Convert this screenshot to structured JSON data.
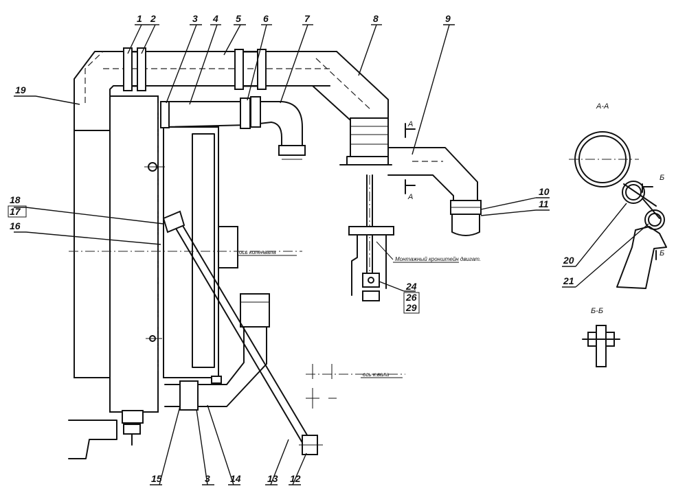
{
  "callouts": [
    "1",
    "2",
    "3",
    "4",
    "5",
    "6",
    "7",
    "8",
    "9",
    "10",
    "11",
    "12",
    "13",
    "14",
    "15",
    "16",
    "17",
    "18",
    "19",
    "20",
    "21",
    "24",
    "26",
    "29"
  ],
  "section_labels": {
    "a_a": "А-А",
    "b_b": "Б-Б",
    "cut_a": "А",
    "cut_b": "Б"
  },
  "notes": {
    "axis_crankshaft": "ось коленвала",
    "axis_wheel": "ось к.вала",
    "engine_mount": "Монтажный кронштейн двигат."
  },
  "colors": {
    "ink": "#111111",
    "paper": "#ffffff"
  }
}
